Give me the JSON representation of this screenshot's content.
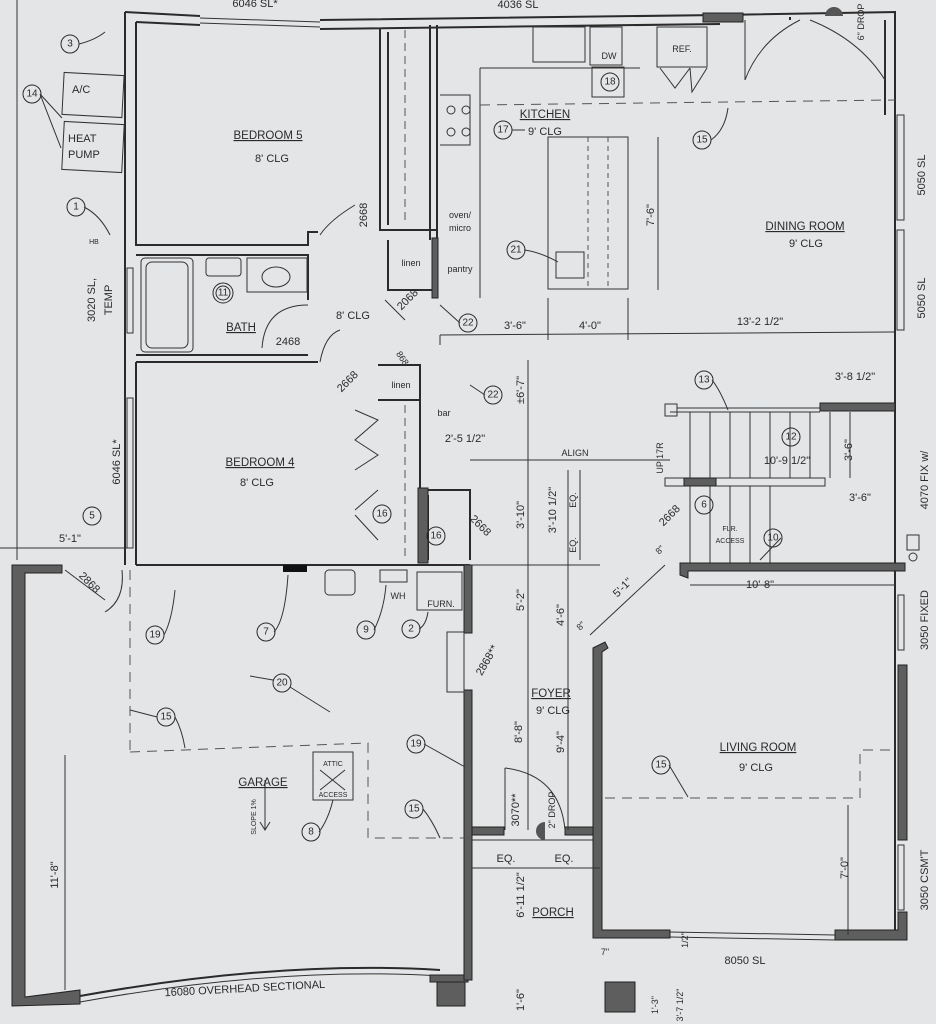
{
  "rooms": {
    "bedroom5": {
      "name": "BEDROOM 5",
      "ceiling": "8' CLG"
    },
    "kitchen": {
      "name": "KITCHEN",
      "ceiling": "9' CLG"
    },
    "dining": {
      "name": "DINING ROOM",
      "ceiling": "9' CLG"
    },
    "bath": {
      "name": "BATH"
    },
    "hall": {
      "ceiling": "8' CLG"
    },
    "bedroom4": {
      "name": "BEDROOM 4",
      "ceiling": "8' CLG"
    },
    "garage": {
      "name": "GARAGE"
    },
    "foyer": {
      "name": "FOYER",
      "ceiling": "9' CLG"
    },
    "living": {
      "name": "LIVING ROOM",
      "ceiling": "9' CLG"
    },
    "porch": {
      "name": "PORCH"
    }
  },
  "fixtures": {
    "ac": "A/C",
    "heat1": "HEAT",
    "heat2": "PUMP",
    "hb": "HB",
    "linen1": "linen",
    "pantry": "pantry",
    "oven1": "oven/",
    "oven2": "micro",
    "bar": "bar",
    "linen2": "linen",
    "dw": "DW",
    "ref": "REF.",
    "wh": "WH",
    "furn": "FURN.",
    "attic1": "ATTIC",
    "attic2": "ACCESS",
    "flr1": "FLR.",
    "flr2": "ACCESS",
    "up": "UP 17R",
    "slope": "SLOPE 1%",
    "drop6": "6\" DROP",
    "drop2": "2\" DROP",
    "align": "ALIGN"
  },
  "windows": {
    "top_left": "6046 SL*",
    "top_mid": "4036 SL",
    "left_bath": "3020 SL,",
    "left_temp": "TEMP",
    "left_bed4": "6046 SL*",
    "right1": "5050 SL",
    "right2": "5050 SL",
    "right3": "4070 FIX w/",
    "right4": "3050 FIXED",
    "right5": "3050 CSM'T",
    "bottom_living": "8050 SL",
    "garage_door": "16080 OVERHEAD SECTIONAL"
  },
  "doors": [
    "2668",
    "2068",
    "2468",
    "2668",
    "868",
    "2668",
    "2668",
    "2868",
    "2868**",
    "3070**"
  ],
  "dimensions": {
    "d1": "3'-6\"",
    "d2": "4'-0\"",
    "d3": "13'-2 1/2\"",
    "d4": "7'-6\"",
    "d5": "3'-8 1/2\"",
    "d6": "10'-9 1/2\"",
    "d7": "3'-6\"",
    "d8": "3'-6\"",
    "d9": "10'-8\"",
    "d10": "5'-1\"",
    "d11": "2'-5 1/2\"",
    "d12": "±6'-7\"",
    "d13": "3'-10\"",
    "d14": "3'-10 1/2\"",
    "d15": "EQ.",
    "d16": "EQ.",
    "d17": "5'-2\"",
    "d18": "4'-6\"",
    "d19": "8'-8\"",
    "d20": "9'-4\"",
    "d21": "EQ.",
    "d22": "EQ.",
    "d23": "6'-11 1/2\"",
    "d24": "11'-8\"",
    "d25": "5'-1\"",
    "d26": "7'-0\"",
    "d27": "1'-6\"",
    "d28": "7\"",
    "d29": "1/2\"",
    "d30": "1'-3\"",
    "d31": "3'-7 1/2\"",
    "d32": "8\"",
    "d33": "8\""
  },
  "callouts": [
    "3",
    "14",
    "1",
    "11",
    "17",
    "18",
    "15",
    "21",
    "22",
    "22",
    "13",
    "12",
    "6",
    "10",
    "5",
    "16",
    "16",
    "19",
    "7",
    "9",
    "2",
    "20",
    "15",
    "19",
    "15",
    "8",
    "15"
  ]
}
